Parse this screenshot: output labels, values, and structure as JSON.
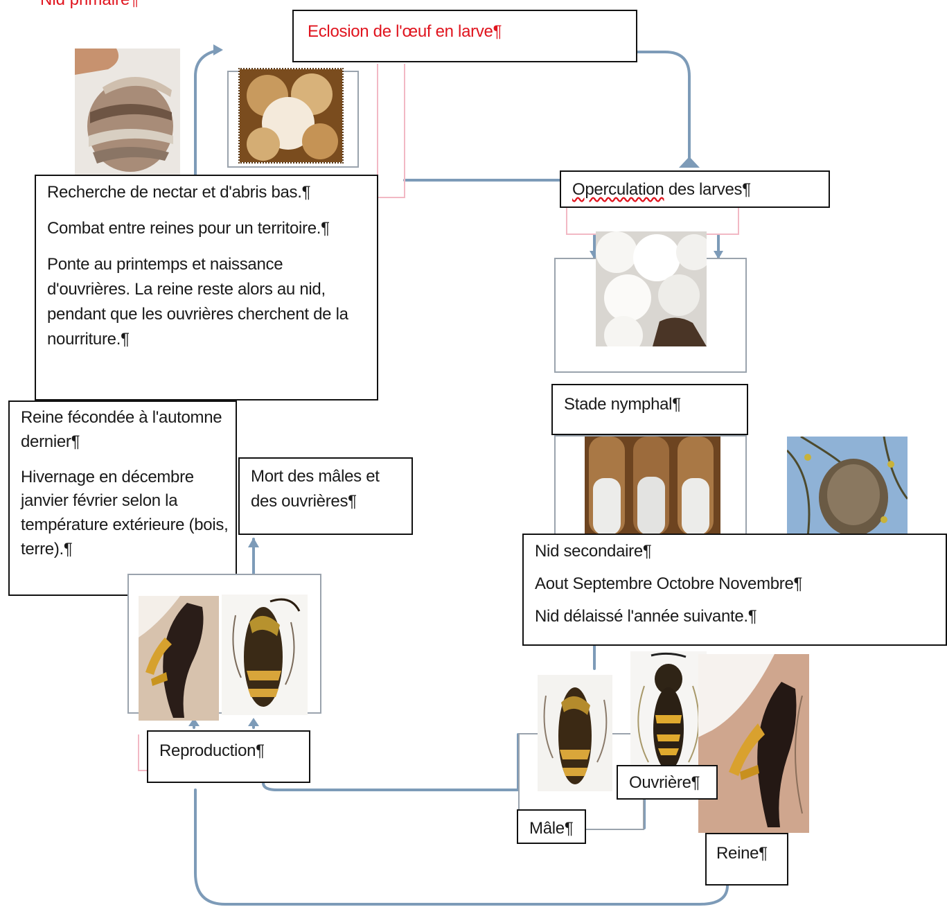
{
  "labels": {
    "primary_nest": "Nid primaire¶",
    "hatching": "Eclosion de l'œuf en larve¶",
    "operculation_word": "Operculation",
    "operculation_rest": " des larves¶",
    "nymph_stage": "Stade nymphal¶",
    "spring_lines": [
      "Recherche de nectar et d'abris bas.¶",
      "Combat entre reines pour un territoire.¶",
      "Ponte au printemps et naissance d'ouvrières. La reine reste alors au nid, pendant que les ouvrières cherchent de la nourriture.¶"
    ],
    "queen_lines": [
      "Reine fécondée à l'automne dernier¶",
      "Hivernage en décembre janvier février selon la température extérieure (bois, terre).¶"
    ],
    "death": "Mort des mâles et des ouvrières¶",
    "secondary_lines": [
      "Nid secondaire¶",
      "Aout Septembre Octobre Novembre¶",
      "Nid délaissé l'année suivante.¶"
    ],
    "reproduction": "Reproduction¶",
    "male": "Mâle¶",
    "worker": "Ouvrière¶",
    "queen": "Reine¶"
  },
  "colors": {
    "red_text": "#e0141e",
    "connector": "#7d9bb8",
    "pink_connector": "#f2b8c4",
    "frame": "#9aa3ad"
  }
}
